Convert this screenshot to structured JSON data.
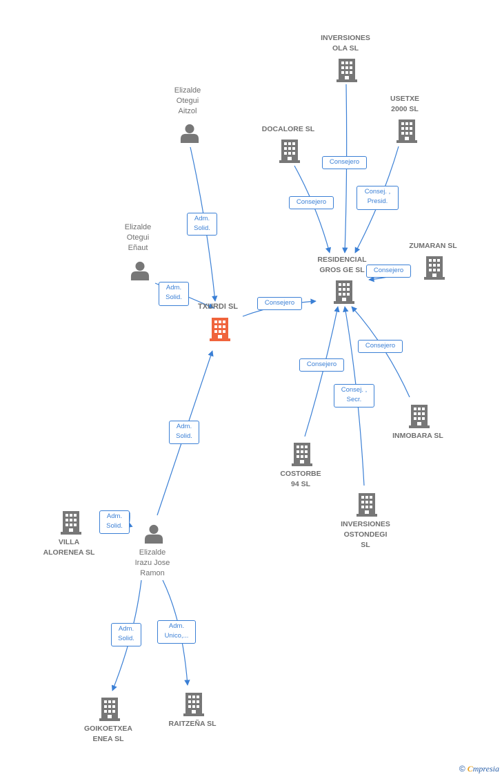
{
  "colors": {
    "edge": "#3a7fd5",
    "node": "#777777",
    "main_node": "#f0643c",
    "text": "#6f6f6f"
  },
  "nodes": {
    "txurdi": {
      "label": "TXURDI  SL",
      "kind": "company-main"
    },
    "residencial": {
      "label": "RESIDENCIAL\nGROS GE  SL",
      "kind": "company"
    },
    "inversiones_ola": {
      "label": "INVERSIONES\nOLA SL",
      "kind": "company"
    },
    "usetxe": {
      "label": "USETXE\n2000 SL",
      "kind": "company"
    },
    "docalore": {
      "label": "DOCALORE SL",
      "kind": "company"
    },
    "zumaran": {
      "label": "ZUMARAN SL",
      "kind": "company"
    },
    "inmobara": {
      "label": "INMOBARA SL",
      "kind": "company"
    },
    "costorbe": {
      "label": "COSTORBE\n94 SL",
      "kind": "company"
    },
    "inversiones_ostondegi": {
      "label": "INVERSIONES\nOSTONDEGI\nSL",
      "kind": "company"
    },
    "aitzol": {
      "label": "Elizalde\nOtegui\nAitzol",
      "kind": "person"
    },
    "enaut": {
      "label": "Elizalde\nOtegui\nEñaut",
      "kind": "person"
    },
    "jose_ramon": {
      "label": "Elizalde\nIrazu Jose\nRamon",
      "kind": "person"
    },
    "villa_alorenea": {
      "label": "VILLA\nALORENEA  SL",
      "kind": "company"
    },
    "goikoetxea": {
      "label": "GOIKOETXEA\nENEA SL",
      "kind": "company"
    },
    "raitzena": {
      "label": "RAITZEÑA  SL",
      "kind": "company"
    }
  },
  "edges": {
    "aitzol_txurdi": "Adm.\nSolid.",
    "enaut_txurdi": "Adm.\nSolid.",
    "jose_txurdi": "Adm.\nSolid.",
    "txurdi_residencial": "Consejero",
    "ola_residencial": "Consejero",
    "docalore_residencial": "Consejero",
    "usetxe_residencial": "Consej. ,\nPresid.",
    "zumaran_residencial": "Consejero",
    "inmobara_residencial": "Consejero",
    "costorbe_residencial": "Consejero",
    "ostondegi_residencial": "Consej. ,\nSecr.",
    "jose_villa": "Adm.\nSolid.",
    "jose_goikoetxea": "Adm.\nSolid.",
    "jose_raitzena": "Adm.\nUnico,..."
  },
  "footer": {
    "copyright": "©",
    "brand_first": "C",
    "brand_rest": "mpresia"
  }
}
